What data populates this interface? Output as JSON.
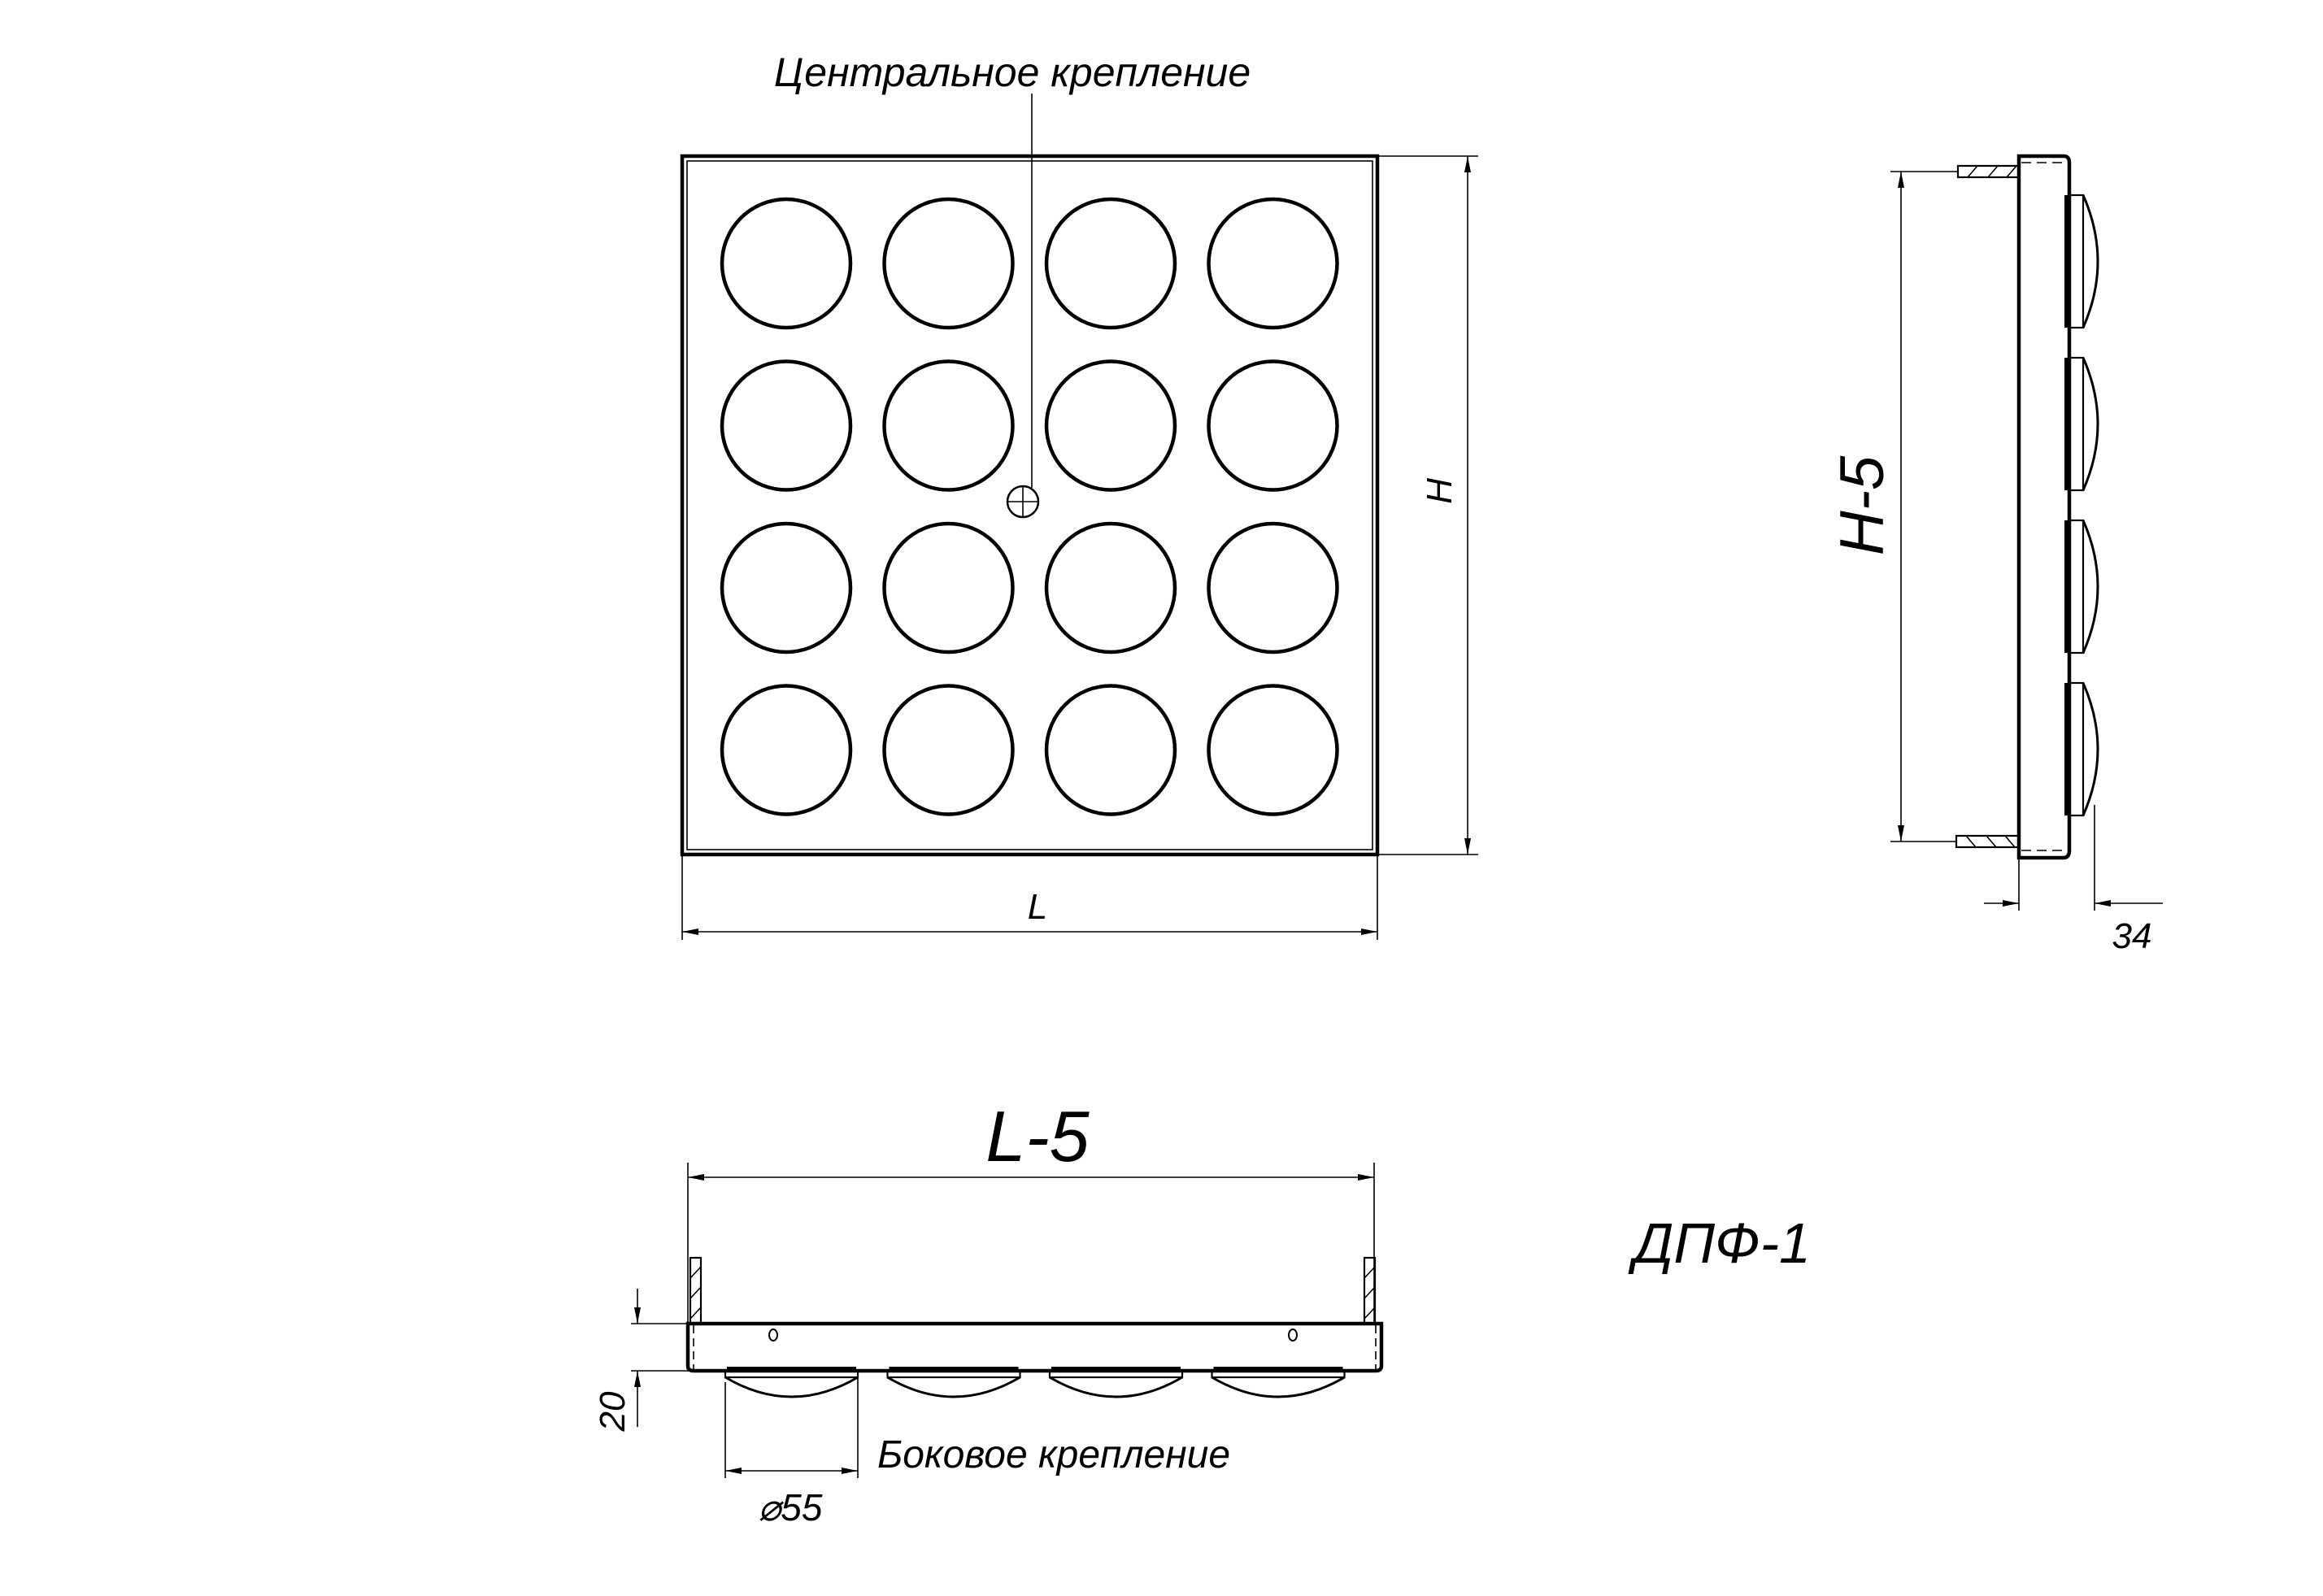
{
  "drawing": {
    "product_code": "ДПФ-1",
    "front_view": {
      "center_mount_label": "Центральное крепление",
      "width_dim": "L",
      "height_dim": "H"
    },
    "side_view": {
      "height_dim": "H-5",
      "depth_dim": "34"
    },
    "bottom_view": {
      "length_dim": "L-5",
      "thickness_dim": "20",
      "lens_diameter_dim": "⌀55",
      "side_mount_label": "Боковое крепление"
    },
    "nozzle_grid": {
      "rows": 4,
      "columns": 4
    }
  }
}
